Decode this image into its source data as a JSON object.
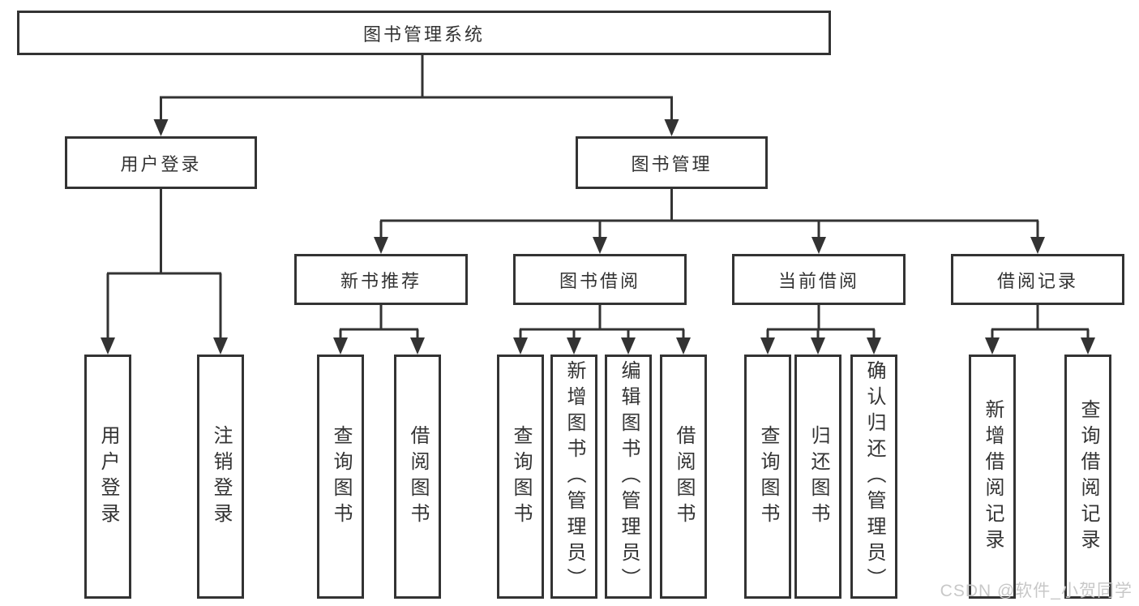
{
  "diagram": {
    "title": "图书管理系统",
    "type": "hierarchy-tree",
    "colors": {
      "line": "#333333",
      "box_border": "#333333",
      "box_bg": "#ffffff",
      "watermark": "#c8c8c8"
    },
    "watermark": "CSDN @软件_小贺同学"
  },
  "nodes": {
    "root": "图书管理系统",
    "user_login": "用户登录",
    "book_mgmt": "图书管理",
    "new_book_rec": "新书推荐",
    "book_borrow": "图书借阅",
    "current_borrow": "当前借阅",
    "borrow_record": "借阅记录",
    "login": "用户登录",
    "logout": "注销登录",
    "rec_search": "查询图书",
    "rec_borrow": "借阅图书",
    "bb_search": "查询图书",
    "bb_add": "新增图书（管理员）",
    "bb_edit": "编辑图书（管理员）",
    "bb_borrow": "借阅图书",
    "cb_search": "查询图书",
    "cb_return": "归还图书",
    "cb_confirm": "确认归还（管理员）",
    "br_add": "新增借阅记录",
    "br_search": "查询借阅记录"
  },
  "hierarchy": {
    "图书管理系统": {
      "用户登录": [
        "用户登录",
        "注销登录"
      ],
      "图书管理": {
        "新书推荐": [
          "查询图书",
          "借阅图书"
        ],
        "图书借阅": [
          "查询图书",
          "新增图书（管理员）",
          "编辑图书（管理员）",
          "借阅图书"
        ],
        "当前借阅": [
          "查询图书",
          "归还图书",
          "确认归还（管理员）"
        ],
        "借阅记录": [
          "新增借阅记录",
          "查询借阅记录"
        ]
      }
    }
  }
}
